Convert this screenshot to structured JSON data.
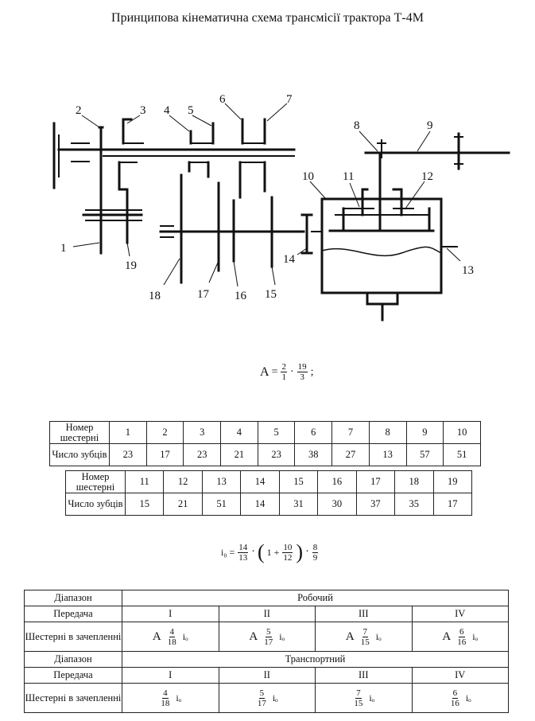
{
  "title": "Принципова кінематична схема трансмісії трактора Т-4М",
  "labels": [
    "1",
    "2",
    "3",
    "4",
    "5",
    "6",
    "7",
    "8",
    "9",
    "10",
    "11",
    "12",
    "13",
    "14",
    "15",
    "16",
    "17",
    "18",
    "19"
  ],
  "formula_a": {
    "lhs": "A",
    "f1_num": "2",
    "f1_den": "1",
    "dot": "·",
    "f2_num": "19",
    "f2_den": "3",
    "end": ";"
  },
  "table1": {
    "row_gear_label": "Номер шестерні",
    "row_teeth_label": "Число зубців",
    "gears": [
      "1",
      "2",
      "3",
      "4",
      "5",
      "6",
      "7",
      "8",
      "9",
      "10"
    ],
    "teeth": [
      "23",
      "17",
      "23",
      "21",
      "23",
      "38",
      "27",
      "13",
      "57",
      "51"
    ]
  },
  "table2": {
    "row_gear_label": "Номер шестерні",
    "row_teeth_label": "Число зубців",
    "gears": [
      "11",
      "12",
      "13",
      "14",
      "15",
      "16",
      "17",
      "18",
      "19"
    ],
    "teeth": [
      "15",
      "21",
      "51",
      "14",
      "31",
      "30",
      "37",
      "35",
      "17"
    ]
  },
  "formula_i": {
    "lhs": "i₀ =",
    "f1_num": "14",
    "f1_den": "13",
    "dot": "·",
    "one": "1 +",
    "f2_num": "10",
    "f2_den": "12",
    "f3_num": "8",
    "f3_den": "9"
  },
  "ratio_table": {
    "range_label": "Діапазон",
    "gear_label": "Передача",
    "mesh_label": "Шестерні в зачепленні",
    "range_work": "Робочий",
    "range_transport": "Транспортний",
    "gears": [
      "I",
      "II",
      "III",
      "IV"
    ],
    "a": "A",
    "io": "iₒ",
    "work": [
      {
        "num": "4",
        "den": "18"
      },
      {
        "num": "5",
        "den": "17"
      },
      {
        "num": "7",
        "den": "15"
      },
      {
        "num": "6",
        "den": "16"
      }
    ],
    "transport": [
      {
        "num": "4",
        "den": "18"
      },
      {
        "num": "5",
        "den": "17"
      },
      {
        "num": "7",
        "den": "15"
      },
      {
        "num": "6",
        "den": "16"
      }
    ]
  }
}
